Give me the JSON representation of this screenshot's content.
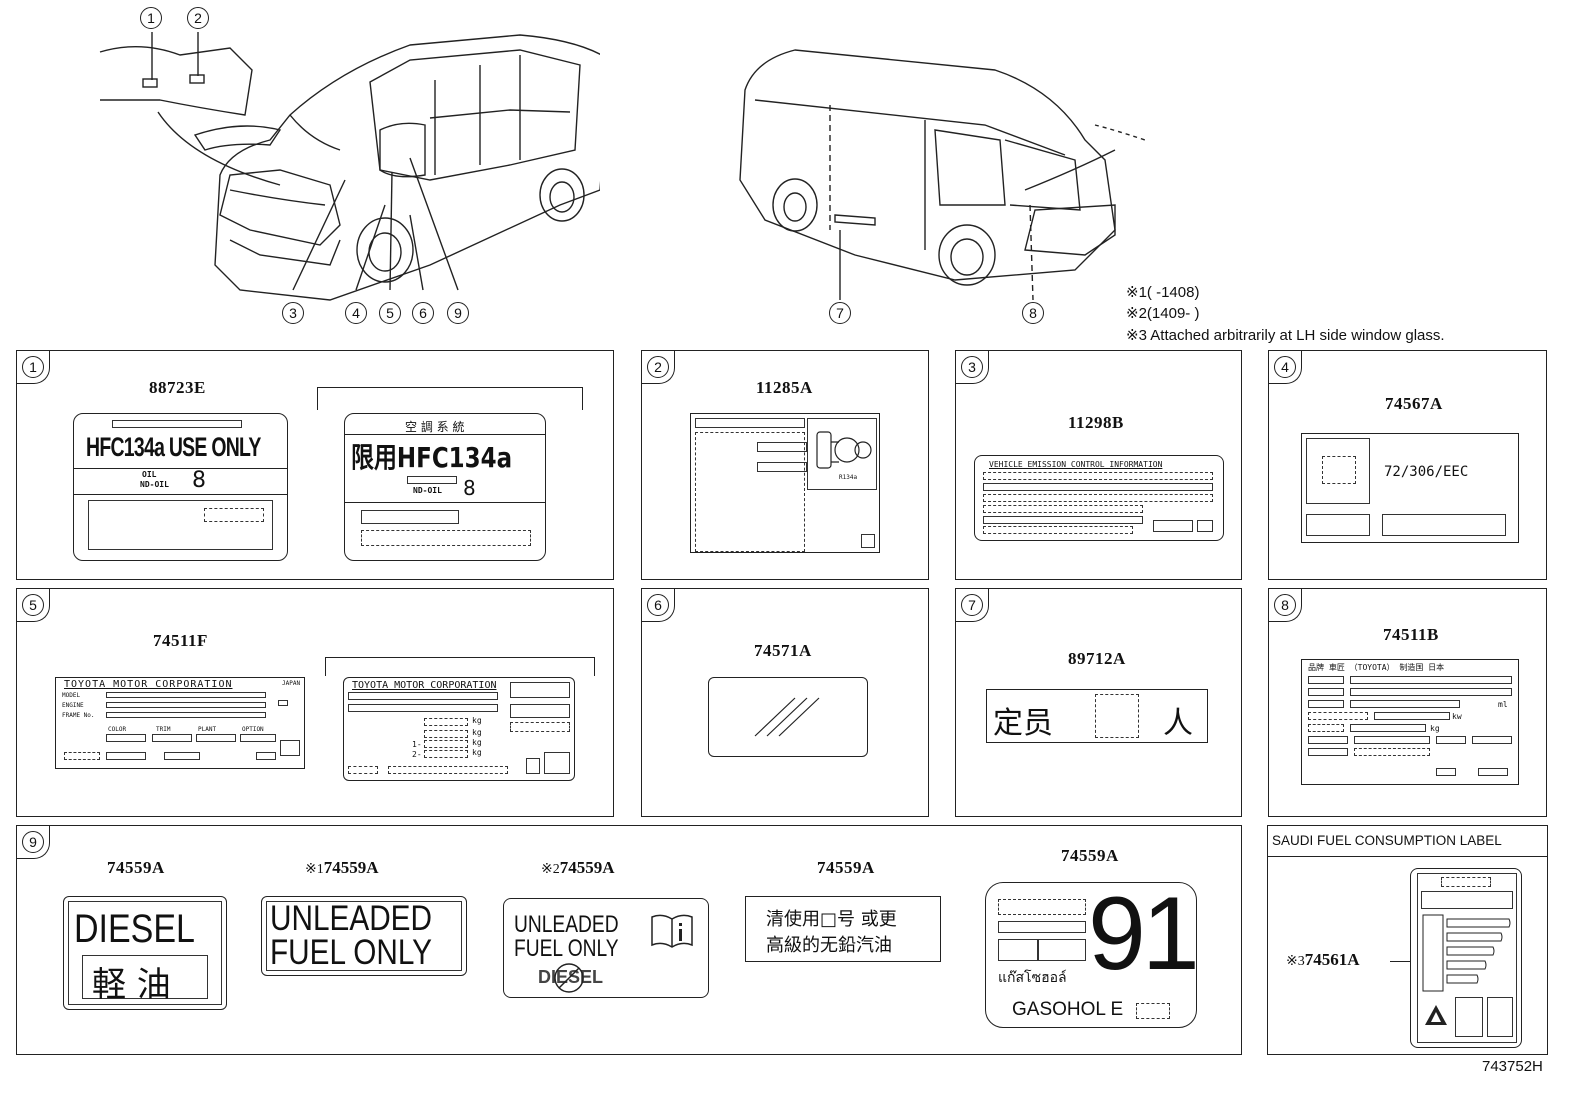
{
  "diagram_id": "743752H",
  "callouts": {
    "c1": "1",
    "c2": "2",
    "c3": "3",
    "c4": "4",
    "c5": "5",
    "c6": "6",
    "c7": "7",
    "c8": "8",
    "c9": "9"
  },
  "notes": {
    "n1_mark": "※1",
    "n1_text": "(        -1408)",
    "n2_mark": "※2",
    "n2_text": "(1409-        )",
    "n3_mark": "※3",
    "n3_text": "Attached arbitrarily at LH side window glass."
  },
  "panel1": {
    "num": "1",
    "code": "88723E",
    "a_main": "HFC134a USE ONLY",
    "a_oil": "OIL",
    "a_ndoil": "ND-OIL",
    "a_eight": "8",
    "b_header": "空 調 系 統",
    "b_main": "限用HFC134a",
    "b_ndoil": "ND-OIL",
    "b_eight": "8"
  },
  "panel2": {
    "num": "2",
    "code": "11285A",
    "logo": "R134a"
  },
  "panel3": {
    "num": "3",
    "code": "11298B",
    "header": "VEHICLE EMISSION CONTROL INFORMATION"
  },
  "panel4": {
    "num": "4",
    "code": "74567A",
    "text": "72/306/EEC"
  },
  "panel5": {
    "num": "5",
    "code": "74511F",
    "a_header": "TOYOTA MOTOR CORPORATION",
    "a_japan": "JAPAN",
    "a_model": "MODEL",
    "a_engine": "ENGINE",
    "a_frame": "FRAME No.",
    "a_color": "COLOR",
    "a_trim": "TRIM",
    "a_plant": "PLANT",
    "a_option": "OPTION",
    "b_header": "TOYOTA MOTOR CORPORATION",
    "b_kg": "kg",
    "b_kg1": "kg",
    "b_kg2": "kg",
    "b_kg3": "kg",
    "b_1": "1-",
    "b_2": "2-"
  },
  "panel6": {
    "num": "6",
    "code": "74571A"
  },
  "panel7": {
    "num": "7",
    "code": "89712A",
    "left": "定员",
    "right": "人"
  },
  "panel8": {
    "num": "8",
    "code": "74511B",
    "header": "品牌   車匠 （TOYOTA） 制造国  日本",
    "ml": "ml",
    "kw": "kw",
    "kg": "kg"
  },
  "panel9": {
    "num": "9",
    "l1_code": "74559A",
    "l1_diesel": "DIESEL",
    "l1_kanji": "軽 油",
    "l2_mark": "※1",
    "l2_code": "74559A",
    "l2_line1": "UNLEADED",
    "l2_line2": "FUEL ONLY",
    "l3_mark": "※2",
    "l3_code": "74559A",
    "l3_line1": "UNLEADED",
    "l3_line2": "FUEL ONLY",
    "l3_diesel": "DIESEL",
    "l4_code": "74559A",
    "l4_line1": "清使用□号 或更",
    "l4_line2": "高級的无鉛汽油",
    "l5_code": "74559A",
    "l5_number": "91",
    "l5_thai": "แก๊สโซฮอล์",
    "l5_gasohol": "GASOHOL  E"
  },
  "saudi": {
    "title": "SAUDI FUEL CONSUMPTION LABEL",
    "mark": "※3",
    "code": "74561A"
  }
}
